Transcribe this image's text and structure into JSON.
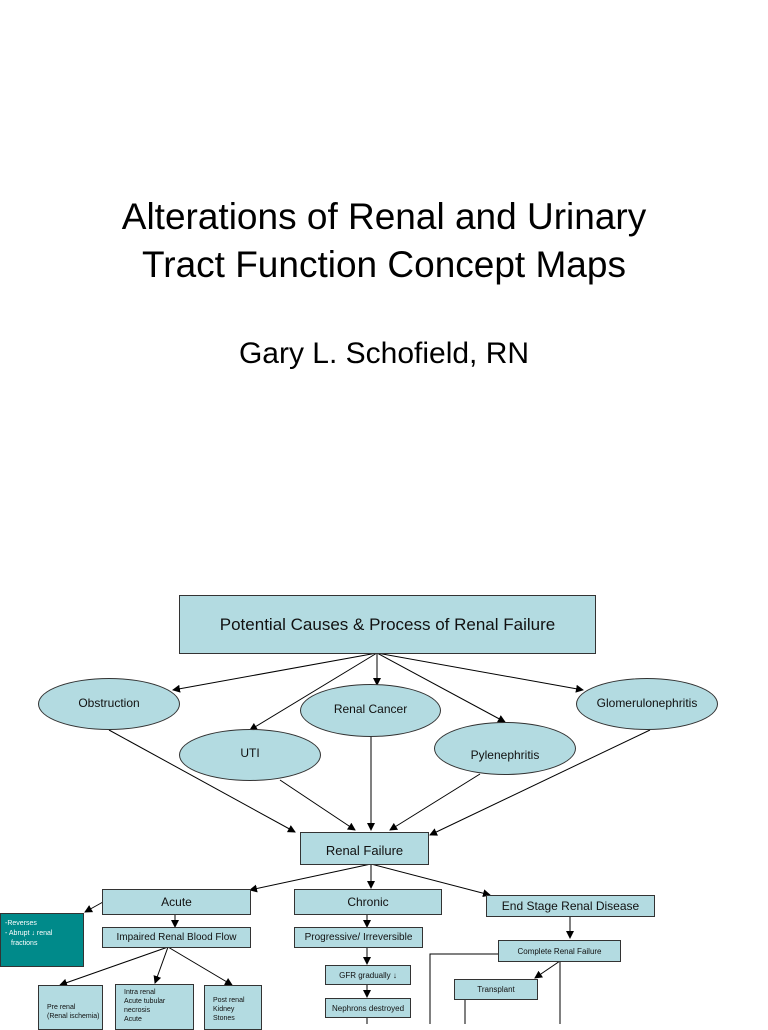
{
  "slide": {
    "title_line1": "Alterations of Renal and Urinary",
    "title_line2": "Tract Function Concept Maps",
    "author": "Gary L. Schofield, RN"
  },
  "diagram": {
    "heading": "Potential Causes & Process of Renal Failure",
    "causes": {
      "obstruction": "Obstruction",
      "renal_cancer": "Renal Cancer",
      "glomerulonephritis": "Glomerulonephritis",
      "uti": "UTI",
      "pylenephritis": "Pylenephritis"
    },
    "renal_failure": "Renal Failure",
    "acute": "Acute",
    "chronic": "Chronic",
    "esrd": "End Stage Renal Disease",
    "acute_notes": {
      "line1": "-Reverses",
      "line2": "- Abrupt ↓ renal",
      "line3": "fractions"
    },
    "impaired_flow": "Impaired Renal Blood Flow",
    "progressive": "Progressive/ Irreversible",
    "gfr": "GFR gradually ↓",
    "nephrons": "Nephrons destroyed",
    "complete_failure": "Complete Renal Failure",
    "transplant": "Transplant",
    "prerenal": {
      "line1": "Pre renal",
      "line2": "(Renal ischemia)"
    },
    "intrarenal": {
      "line1": "Intra renal",
      "line2": "Acute tubular",
      "line3": "necrosis",
      "line4": "Acute"
    },
    "postrenal": {
      "line1": "Post renal",
      "line2": "Kidney",
      "line3": "Stones"
    }
  }
}
